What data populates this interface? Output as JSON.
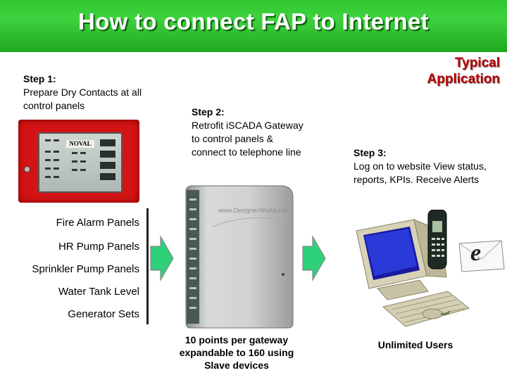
{
  "title": "How to connect FAP to Internet",
  "typical": "Typical Application",
  "step1": {
    "label": "Step 1:",
    "text": "Prepare Dry Contacts at all control panels"
  },
  "step2": {
    "label": "Step 2:",
    "text": "Retrofit iSCADA Gateway to control panels & connect to telephone line"
  },
  "step3": {
    "label": "Step 3:",
    "text": "Log on to website View status, reports, KPIs. Receive Alerts"
  },
  "panel_brand": "NOVAL",
  "gateway_url": "www.DesignerWorks.net",
  "systems": [
    "Fire Alarm Panels",
    "HR Pump Panels",
    "Sprinkler Pump Panels",
    "Water Tank Level",
    "Generator Sets"
  ],
  "caption_gateway": "10 points per gateway expandable to 160 using Slave devices",
  "caption_users": "Unlimited Users",
  "colors": {
    "title_bar": "#1fa81f",
    "typical_text": "#b70000",
    "panel_red": "#d41414",
    "arrow_green": "#2fd07a"
  }
}
